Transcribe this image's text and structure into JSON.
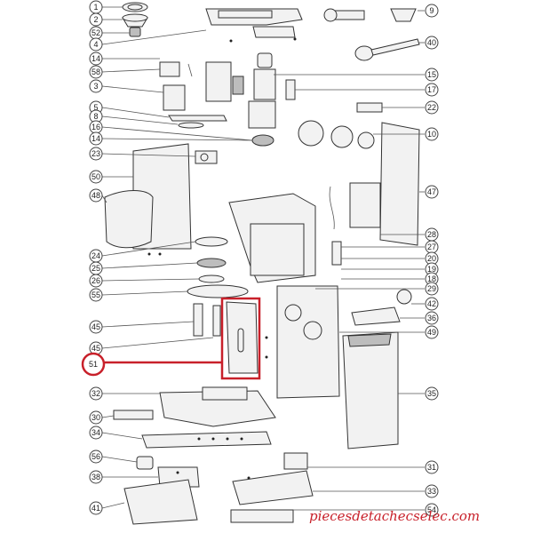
{
  "diagram": {
    "left_callouts": [
      "1",
      "2",
      "52",
      "4",
      "14",
      "58",
      "3",
      "5",
      "8",
      "16",
      "14",
      "23",
      "50",
      "48",
      "24",
      "25",
      "26",
      "55",
      "45",
      "45",
      "51",
      "32",
      "30",
      "34",
      "56",
      "38",
      "41"
    ],
    "right_callouts": [
      "9",
      "40",
      "15",
      "17",
      "22",
      "10",
      "47",
      "28",
      "27",
      "20",
      "19",
      "18",
      "29",
      "42",
      "36",
      "49",
      "35",
      "31",
      "33",
      "54"
    ],
    "highlighted_callout": "51",
    "highlight_color": "#c8202a",
    "watermark": "piecesdetachecselec.com",
    "watermark_color": "#c8202a"
  }
}
